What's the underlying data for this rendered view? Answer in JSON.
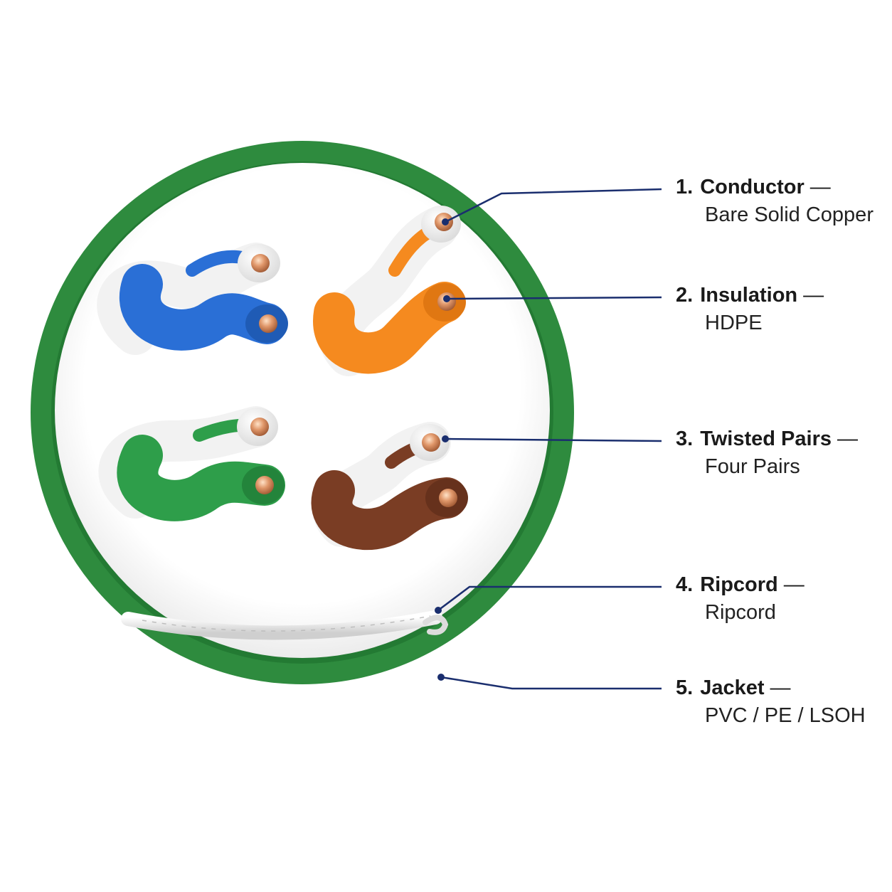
{
  "colors": {
    "jacket": "#2e8b3e",
    "leader": "#1a2e6e",
    "copper": "#d98a5c",
    "pair_blue": "#2a6fd6",
    "pair_orange": "#f58a1f",
    "pair_green": "#2e9e4a",
    "pair_brown": "#7a3d24",
    "stripe_white": "#f4f4f4"
  },
  "callouts": [
    {
      "number": "1.",
      "title": "Conductor",
      "dash": "—",
      "desc": "Bare Solid Copper"
    },
    {
      "number": "2.",
      "title": "Insulation",
      "dash": "—",
      "desc": "HDPE"
    },
    {
      "number": "3.",
      "title": "Twisted Pairs",
      "dash": "—",
      "desc": "Four Pairs"
    },
    {
      "number": "4.",
      "title": "Ripcord",
      "dash": "—",
      "desc": "Ripcord"
    },
    {
      "number": "5.",
      "title": "Jacket",
      "dash": "—",
      "desc": "PVC / PE / LSOH"
    }
  ]
}
